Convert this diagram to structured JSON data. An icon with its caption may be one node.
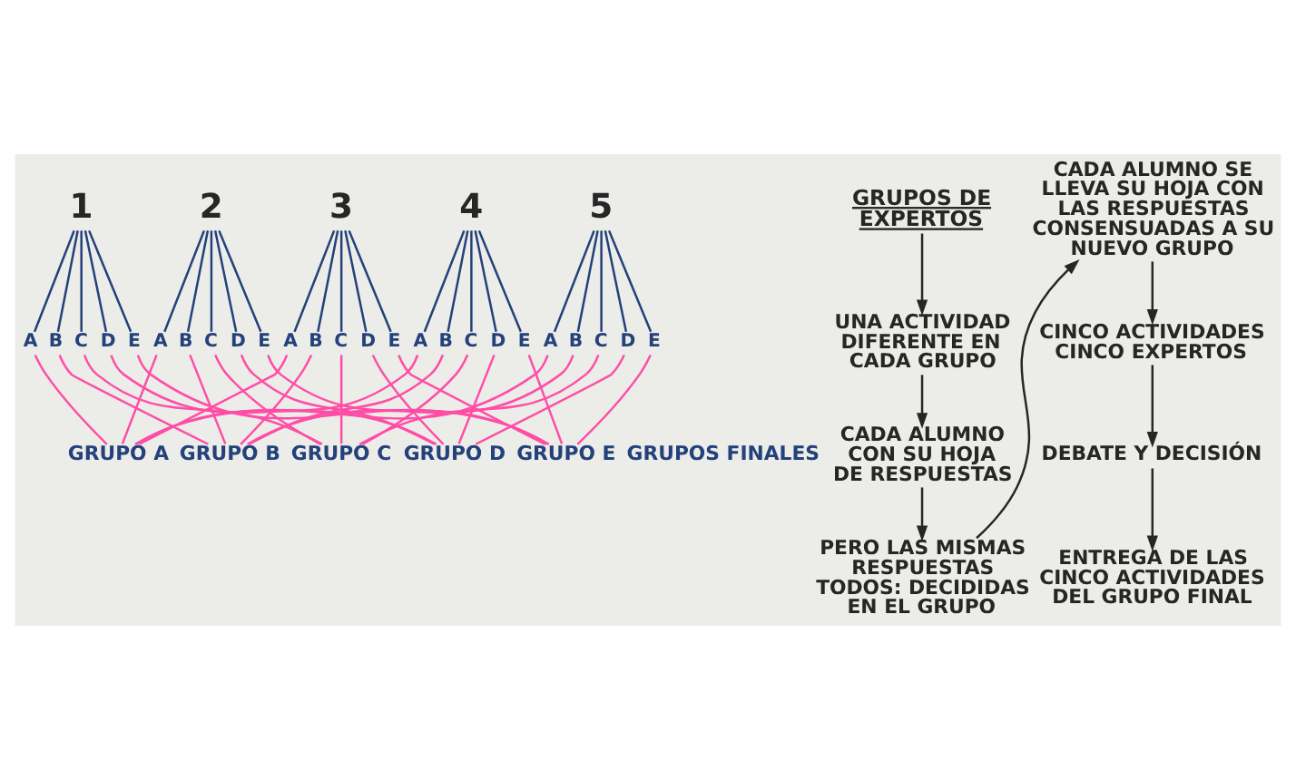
{
  "diagram": {
    "nodes": [
      {
        "text": [
          "GRUPOS DE EXPERTOS"
        ]
      },
      {
        "text": [
          "UNA ACTIVIDAD DIFERENTE EN CADA GRUPO"
        ]
      },
      {
        "text": [
          "CADA ALUMNO CON SU HOJA DE RESPUESTAS"
        ]
      },
      {
        "text": [
          "PERO LAS MISMAS RESPUESTAS TODOS: DECIDIDAS EN EL GRUPO"
        ]
      },
      {
        "text": [
          "CADA ALUMNO SE LLEVA SU HOJA CON LAS RESPUESTAS CONSENSUADAS A SU NUEVO GRUPO"
        ]
      },
      {
        "text": [
          "CINCO ACTIVIDADES CINCO EXPERTOS"
        ]
      },
      {
        "text": [
          "DEBATE Y DECISIÓN"
        ]
      },
      {
        "text": [
          "ENTREGA DE LAS CINCO ACTIVIDADES DEL GRUPO FINAL"
        ]
      },
      {
        "text": [
          "1"
        ]
      },
      {
        "text": [
          "A"
        ]
      },
      {
        "text": [
          "B"
        ]
      },
      {
        "text": [
          "C"
        ]
      },
      {
        "text": [
          "D"
        ]
      },
      {
        "text": [
          "E"
        ]
      },
      {
        "text": [
          "2"
        ]
      },
      {
        "text": [
          "A"
        ]
      },
      {
        "text": [
          "B"
        ]
      },
      {
        "text": [
          "C"
        ]
      },
      {
        "text": [
          "D"
        ]
      },
      {
        "text": [
          "E"
        ]
      },
      {
        "text": [
          "3"
        ]
      },
      {
        "text": [
          "A"
        ]
      },
      {
        "text": [
          "B"
        ]
      },
      {
        "text": [
          "C"
        ]
      },
      {
        "text": [
          "D"
        ]
      },
      {
        "text": [
          "E"
        ]
      },
      {
        "text": [
          "4"
        ]
      },
      {
        "text": [
          "A"
        ]
      },
      {
        "text": [
          "B"
        ]
      },
      {
        "text": [
          "C"
        ]
      },
      {
        "text": [
          "D"
        ]
      },
      {
        "text": [
          "E"
        ]
      },
      {
        "text": [
          "5"
        ]
      },
      {
        "text": [
          "A"
        ]
      },
      {
        "text": [
          "B"
        ]
      },
      {
        "text": [
          "C"
        ]
      },
      {
        "text": [
          "D"
        ]
      },
      {
        "text": [
          "E"
        ]
      },
      {
        "text": [
          "GRUPO A"
        ]
      },
      {
        "text": [
          "GRUPO B"
        ]
      },
      {
        "text": [
          "GRUPO C"
        ]
      },
      {
        "text": [
          "GRUPO D"
        ]
      },
      {
        "text": [
          "GRUPO E"
        ]
      }
    ],
    "edges": [
      {
        "from": 0,
        "to": 1,
        "arrow": "to"
      },
      {
        "from": 1,
        "to": 2,
        "arrow": "to"
      },
      {
        "from": 2,
        "to": 3,
        "arrow": "to"
      },
      {
        "from": 3,
        "to": 4,
        "arrow": "to"
      },
      {
        "from": 4,
        "to": 5,
        "arrow": "to"
      },
      {
        "from": 5,
        "to": 6,
        "arrow": "to"
      },
      {
        "from": 6,
        "to": 7,
        "arrow": "to"
      },
      {
        "from": 8,
        "to": 9,
        "arrow": "none",
        "color": "#23417a"
      },
      {
        "from": 8,
        "to": 10,
        "arrow": "none",
        "color": "#23417a"
      },
      {
        "from": 8,
        "to": 11,
        "arrow": "none",
        "color": "#23417a"
      },
      {
        "from": 8,
        "to": 12,
        "arrow": "none",
        "color": "#23417a"
      },
      {
        "from": 8,
        "to": 13,
        "arrow": "none",
        "color": "#23417a"
      },
      {
        "from": 14,
        "to": 15,
        "arrow": "none",
        "color": "#23417a"
      },
      {
        "from": 14,
        "to": 16,
        "arrow": "none",
        "color": "#23417a"
      },
      {
        "from": 14,
        "to": 17,
        "arrow": "none",
        "color": "#23417a"
      },
      {
        "from": 14,
        "to": 18,
        "arrow": "none",
        "color": "#23417a"
      },
      {
        "from": 14,
        "to": 19,
        "arrow": "none",
        "color": "#23417a"
      },
      {
        "from": 20,
        "to": 21,
        "arrow": "none",
        "color": "#23417a"
      },
      {
        "from": 20,
        "to": 22,
        "arrow": "none",
        "color": "#23417a"
      },
      {
        "from": 20,
        "to": 23,
        "arrow": "none",
        "color": "#23417a"
      },
      {
        "from": 20,
        "to": 24,
        "arrow": "none",
        "color": "#23417a"
      },
      {
        "from": 20,
        "to": 25,
        "arrow": "none",
        "color": "#23417a"
      },
      {
        "from": 26,
        "to": 27,
        "arrow": "none",
        "color": "#23417a"
      },
      {
        "from": 26,
        "to": 28,
        "arrow": "none",
        "color": "#23417a"
      },
      {
        "from": 26,
        "to": 29,
        "arrow": "none",
        "color": "#23417a"
      },
      {
        "from": 26,
        "to": 30,
        "arrow": "none",
        "color": "#23417a"
      },
      {
        "from": 26,
        "to": 31,
        "arrow": "none",
        "color": "#23417a"
      },
      {
        "from": 32,
        "to": 33,
        "arrow": "none",
        "color": "#23417a"
      },
      {
        "from": 32,
        "to": 34,
        "arrow": "none",
        "color": "#23417a"
      },
      {
        "from": 32,
        "to": 35,
        "arrow": "none",
        "color": "#23417a"
      },
      {
        "from": 32,
        "to": 36,
        "arrow": "none",
        "color": "#23417a"
      },
      {
        "from": 32,
        "to": 37,
        "arrow": "none",
        "color": "#23417a"
      },
      {
        "from": 9,
        "to": 38,
        "arrow": "none",
        "color": "#ff4da6"
      },
      {
        "from": 10,
        "to": 39,
        "arrow": "none",
        "color": "#ff4da6"
      },
      {
        "from": 11,
        "to": 40,
        "arrow": "none",
        "color": "#ff4da6"
      },
      {
        "from": 12,
        "to": 41,
        "arrow": "none",
        "color": "#ff4da6"
      },
      {
        "from": 13,
        "to": 42,
        "arrow": "none",
        "color": "#ff4da6"
      },
      {
        "from": 15,
        "to": 38,
        "arrow": "none",
        "color": "#ff4da6"
      },
      {
        "from": 16,
        "to": 39,
        "arrow": "none",
        "color": "#ff4da6"
      },
      {
        "from": 17,
        "to": 40,
        "arrow": "none",
        "color": "#ff4da6"
      },
      {
        "from": 18,
        "to": 41,
        "arrow": "none",
        "color": "#ff4da6"
      },
      {
        "from": 19,
        "to": 42,
        "arrow": "none",
        "color": "#ff4da6"
      },
      {
        "from": 21,
        "to": 38,
        "arrow": "none",
        "color": "#ff4da6"
      },
      {
        "from": 22,
        "to": 39,
        "arrow": "none",
        "color": "#ff4da6"
      },
      {
        "from": 23,
        "to": 40,
        "arrow": "none",
        "color": "#ff4da6"
      },
      {
        "from": 24,
        "to": 41,
        "arrow": "none",
        "color": "#ff4da6"
      },
      {
        "from": 25,
        "to": 42,
        "arrow": "none",
        "color": "#ff4da6"
      },
      {
        "from": 27,
        "to": 38,
        "arrow": "none",
        "color": "#ff4da6"
      },
      {
        "from": 28,
        "to": 39,
        "arrow": "none",
        "color": "#ff4da6"
      },
      {
        "from": 29,
        "to": 40,
        "arrow": "none",
        "color": "#ff4da6"
      },
      {
        "from": 30,
        "to": 41,
        "arrow": "none",
        "color": "#ff4da6"
      },
      {
        "from": 31,
        "to": 42,
        "arrow": "none",
        "color": "#ff4da6"
      },
      {
        "from": 33,
        "to": 38,
        "arrow": "none",
        "color": "#ff4da6"
      },
      {
        "from": 34,
        "to": 39,
        "arrow": "none",
        "color": "#ff4da6"
      },
      {
        "from": 35,
        "to": 40,
        "arrow": "none",
        "color": "#ff4da6"
      },
      {
        "from": 36,
        "to": 41,
        "arrow": "none",
        "color": "#ff4da6"
      },
      {
        "from": 37,
        "to": 42,
        "arrow": "none",
        "color": "#ff4da6"
      }
    ],
    "labels": [
      "GRUPOS FINALES"
    ]
  }
}
